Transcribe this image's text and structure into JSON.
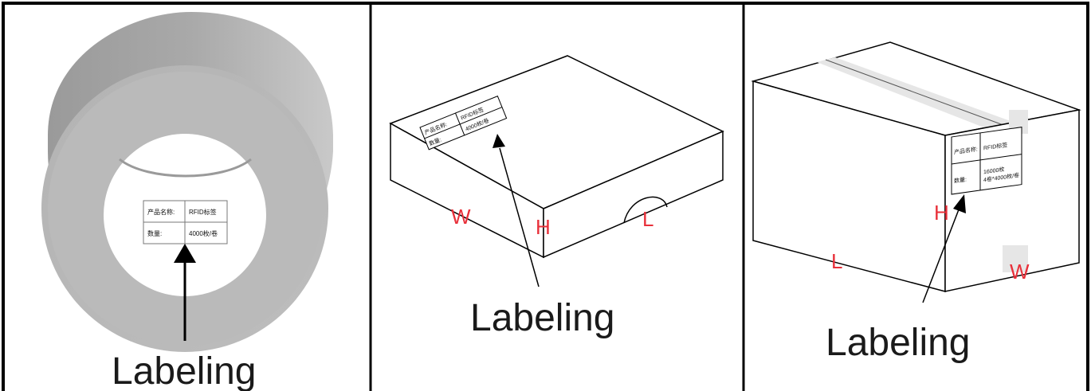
{
  "panels": [
    {
      "caption": "Labeling",
      "label": {
        "row1_key": "产品名称:",
        "row1_val": "RFID标签",
        "row2_key": "数量:",
        "row2_val": "4000枚/卷"
      }
    },
    {
      "caption": "Labeling",
      "dims": {
        "w": "W",
        "h": "H",
        "l": "L"
      },
      "label": {
        "row1_key": "产品名称:",
        "row1_val": "RFID标签",
        "row2_key": "数量:",
        "row2_val": "4000枚/卷"
      }
    },
    {
      "caption": "Labeling",
      "dims": {
        "w": "W",
        "h": "H",
        "l": "L"
      },
      "label": {
        "row1_key": "产品名称:",
        "row1_val": "RFID标签",
        "row2_key": "数量:",
        "row2_val_line1": "16000枚",
        "row2_val_line2": "4卷*4000枚/卷"
      }
    }
  ],
  "colors": {
    "dimension_text": "#e8303a",
    "roll_gray": "#b8b8b8"
  }
}
